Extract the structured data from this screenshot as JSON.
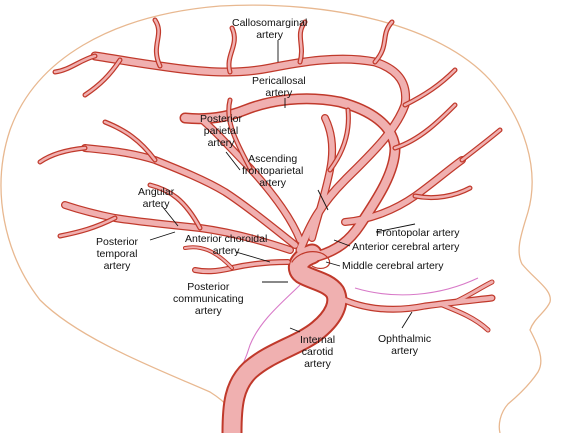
{
  "diagram": {
    "colors": {
      "artery_fill": "#f0b0b0",
      "artery_outline": "#c0392b",
      "head_outline": "#e8b890",
      "brainstem_outline": "#d87ac8",
      "label_text": "#111111",
      "background": "#ffffff"
    },
    "labels": {
      "callosomarginal": "Callosomarginal\nartery",
      "pericallosal": "Pericallosal\nartery",
      "posterior_parietal": "Posterior\nparietal\nartery",
      "ascending_frontoparietal": "Ascending\nfrontoparietal\nartery",
      "angular": "Angular\nartery",
      "posterior_temporal": "Posterior\ntemporal\nartery",
      "anterior_choroidal": "Anterior choroidal\nartery",
      "frontopolar": "Frontopolar artery",
      "anterior_cerebral": "Anterior cerebral artery",
      "middle_cerebral": "Middle cerebral artery",
      "posterior_communicating": "Posterior\ncommunicating\nartery",
      "internal_carotid": "Internal\ncarotid\nartery",
      "ophthalmic": "Ophthalmic\nartery"
    }
  }
}
